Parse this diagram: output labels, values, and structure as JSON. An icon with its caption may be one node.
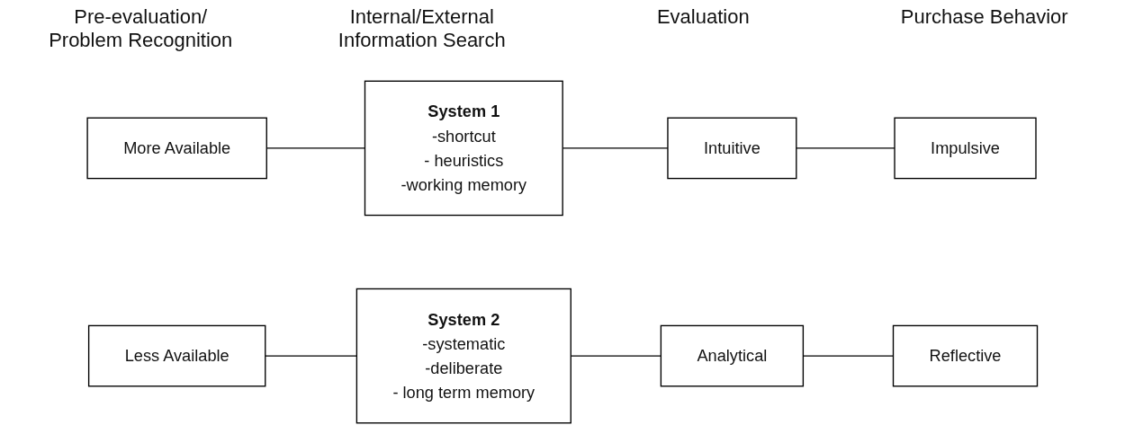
{
  "diagram": {
    "nodes": [
      {
        "text": [
          "More Available"
        ]
      },
      {
        "text": [
          "System 1",
          "-shortcut",
          "- heuristics",
          "-working memory"
        ]
      },
      {
        "text": [
          "Intuitive"
        ]
      },
      {
        "text": [
          "Impulsive"
        ]
      },
      {
        "text": [
          "Less Available"
        ]
      },
      {
        "text": [
          "System 2",
          "-systematic",
          "-deliberate",
          "- long term memory"
        ]
      },
      {
        "text": [
          "Analytical"
        ]
      },
      {
        "text": [
          "Reflective"
        ]
      }
    ],
    "edges": [
      {
        "from": 0,
        "to": 1,
        "arrow": "none"
      },
      {
        "from": 1,
        "to": 2,
        "arrow": "none"
      },
      {
        "from": 2,
        "to": 3,
        "arrow": "none"
      },
      {
        "from": 4,
        "to": 5,
        "arrow": "none"
      },
      {
        "from": 5,
        "to": 6,
        "arrow": "none"
      },
      {
        "from": 6,
        "to": 7,
        "arrow": "none"
      }
    ],
    "labels": [
      "Pre-evaluation/ Problem Recognition",
      "Internal/External Information Search",
      "Evaluation",
      "Purchase Behavior"
    ]
  }
}
